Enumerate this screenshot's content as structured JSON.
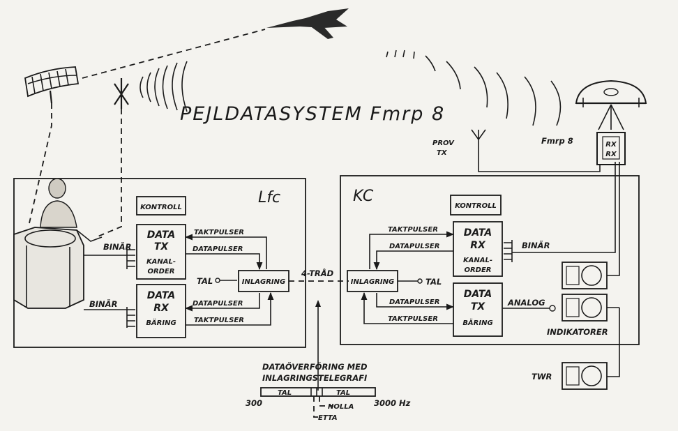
{
  "title": "PEJLDATASYSTEM Fmrp 8",
  "left_station": {
    "name": "Lfc",
    "kontroll": "KONTROLL",
    "data_tx": {
      "line1": "DATA",
      "line2": "TX",
      "line3": "KANAL-",
      "line4": "ORDER"
    },
    "data_rx": {
      "line1": "DATA",
      "line2": "RX",
      "line3": "BÄRING"
    },
    "inlagring": "INLAGRING",
    "tal": "TAL",
    "binar_top": "BINÄR",
    "binar_bottom": "BINÄR",
    "taktpulser_top": "TAKTPULSER",
    "datapulser_top": "DATAPULSER",
    "datapulser_bottom": "DATAPULSER",
    "taktpulser_bottom": "TAKTPULSER"
  },
  "right_station": {
    "name": "KC",
    "kontroll": "KONTROLL",
    "data_rx": {
      "line1": "DATA",
      "line2": "RX",
      "line3": "KANAL-",
      "line4": "ORDER"
    },
    "data_tx": {
      "line1": "DATA",
      "line2": "TX",
      "line3": "BÄRING"
    },
    "inlagring": "INLAGRING",
    "tal": "TAL",
    "binar": "BINÄR",
    "analog": "ANALOG",
    "taktpulser_top": "TAKTPULSER",
    "datapulser_top": "DATAPULSER",
    "datapulser_bottom": "DATAPULSER",
    "taktpulser_bottom": "TAKTPULSER",
    "indikatorer": "INDIKATORER"
  },
  "link_label": "4-TRÅD",
  "radar": {
    "name": "Fmrp 8",
    "rx1": "RX",
    "rx2": "RX"
  },
  "prov_tx": {
    "line1": "PROV",
    "line2": "TX"
  },
  "twr": "TWR",
  "transfer": {
    "line1": "DATAÖVERFÖRING MED",
    "line2": "INLAGRINGSTELEGRAFI",
    "band_left": "TAL",
    "band_right": "TAL",
    "freq_low": "300",
    "freq_high": "3000 Hz",
    "nolla": "NOLLA",
    "etta": "ETTA"
  },
  "colors": {
    "ink": "#1a1a1a",
    "paper": "#f4f3ef"
  }
}
